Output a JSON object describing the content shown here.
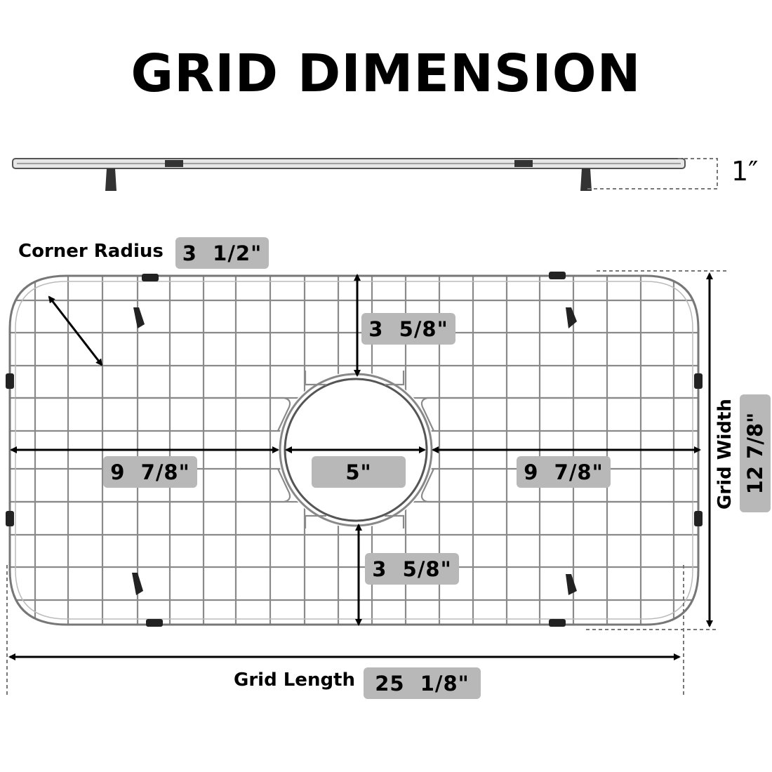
{
  "title": "GRID DIMENSION",
  "side_view": {
    "height_label": "1″"
  },
  "corner_radius": {
    "label": "Corner Radius",
    "value": "3  1/2\""
  },
  "dimensions": {
    "top_gap": "3  5/8\"",
    "bottom_gap": "3  5/8\"",
    "left_span": "9  7/8\"",
    "drain_diameter": "5\"",
    "right_span": "9  7/8\""
  },
  "grid_width": {
    "label": "Grid Width",
    "value": "12  7/8\""
  },
  "grid_length": {
    "label": "Grid Length",
    "value": "25  1/8\""
  },
  "colors": {
    "badge": "#b8b8b8",
    "wire": "#8a8a8a",
    "ink": "#000000"
  }
}
